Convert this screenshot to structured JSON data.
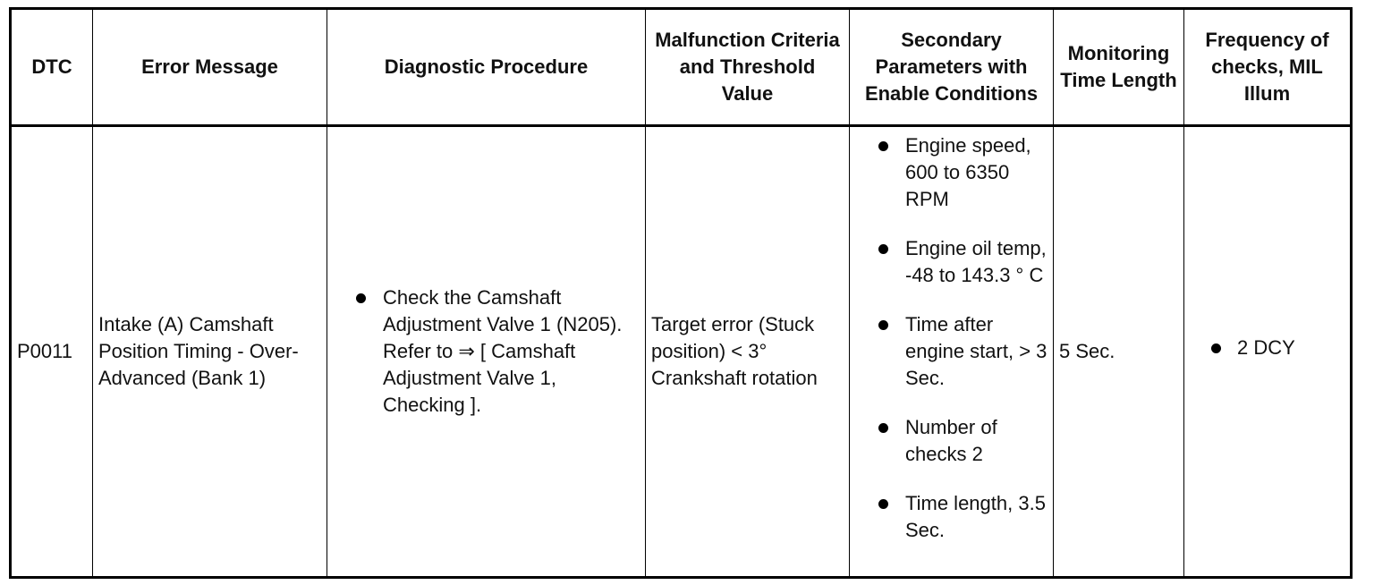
{
  "headers": {
    "dtc": "DTC",
    "error_message": "Error Message",
    "diagnostic_procedure": "Diagnostic Procedure",
    "malfunction_criteria": "Malfunction Criteria and Threshold Value",
    "secondary_parameters": "Secondary Parameters with Enable Conditions",
    "monitoring_time": "Monitoring Time Length",
    "frequency": "Frequency of checks, MIL Illum"
  },
  "row": {
    "dtc": "P0011",
    "error_message": "Intake (A) Camshaft Position Timing - Over-Advanced (Bank 1)",
    "diagnostic_procedure": [
      "Check the Camshaft Adjustment Valve 1 (N205). Refer to ⇒ [ Camshaft Adjustment Valve 1, Checking ]."
    ],
    "malfunction_criteria": "Target error (Stuck position) < 3° Crankshaft rotation",
    "secondary_parameters": [
      "Engine speed, 600 to 6350 RPM",
      "Engine oil temp, -48 to 143.3 ° C",
      "Time after engine start, > 3 Sec.",
      "Number of checks 2",
      "Time length, 3.5 Sec."
    ],
    "monitoring_time": "5 Sec.",
    "frequency": [
      "2 DCY"
    ]
  }
}
